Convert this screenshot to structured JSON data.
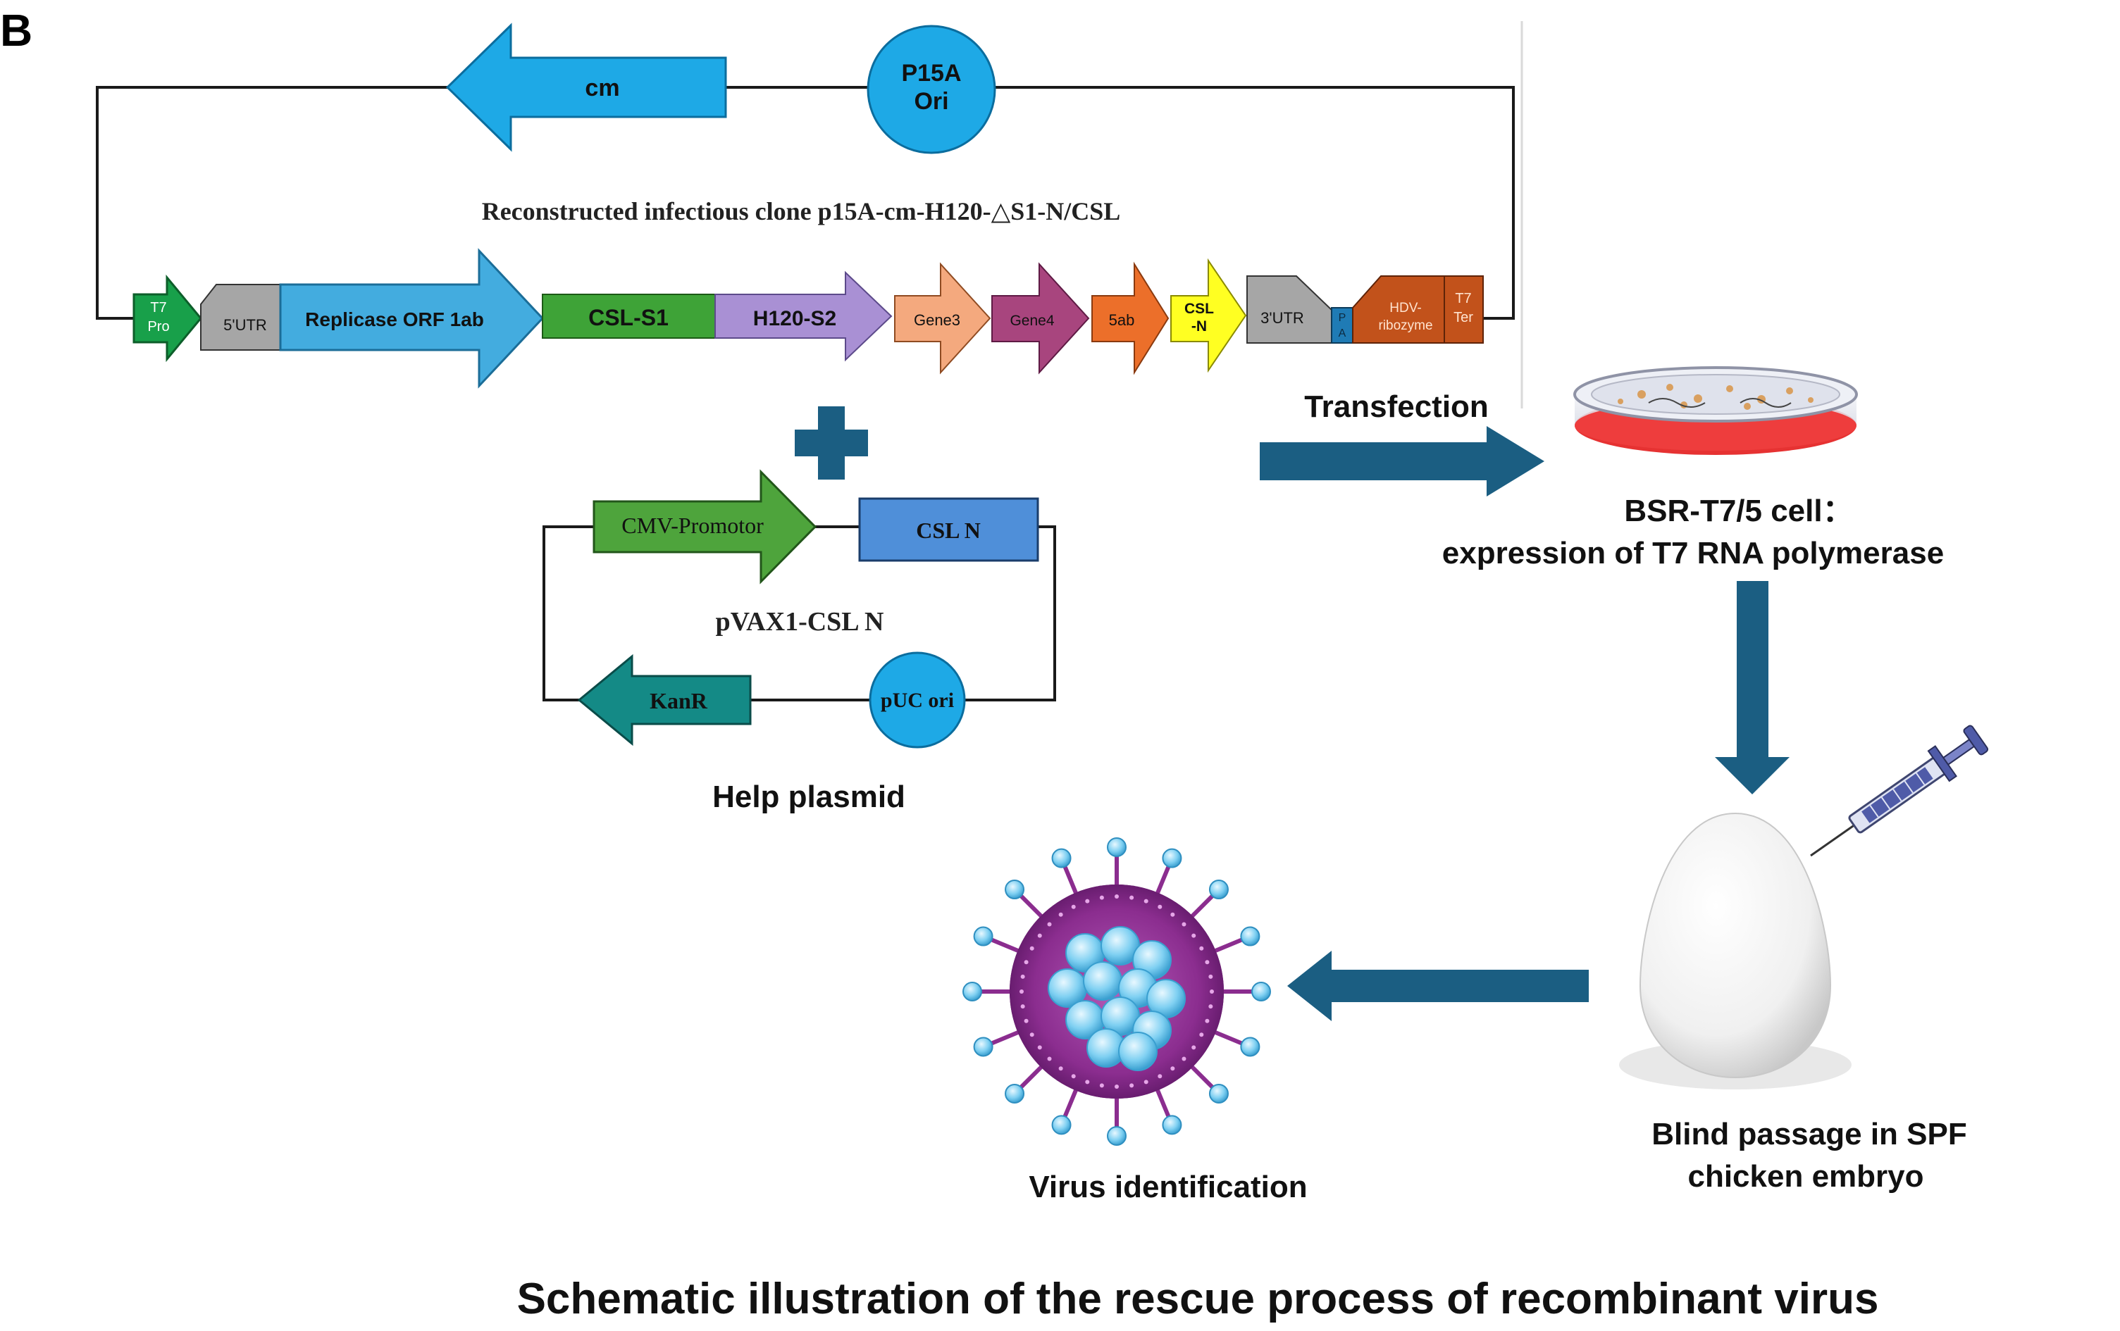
{
  "panel_label": "B",
  "main_plasmid": {
    "title": "Reconstructed infectious clone p15A-cm-H120-△S1-N/CSL",
    "cm_label": "cm",
    "ori_line1": "P15A",
    "ori_line2": "Ori",
    "genes": {
      "t7pro_1": "T7",
      "t7pro_2": "Pro",
      "utr5": "5'UTR",
      "replicase": "Replicase ORF 1ab",
      "csl_s1": "CSL-S1",
      "h120_s2": "H120-S2",
      "gene3": "Gene3",
      "gene4": "Gene4",
      "g5ab": "5ab",
      "csln_1": "CSL",
      "csln_2": "-N",
      "utr3": "3'UTR",
      "pa_1": "P",
      "pa_2": "A",
      "hdv_1": "HDV-",
      "hdv_2": "ribozyme",
      "t7ter_1": "T7",
      "t7ter_2": "Ter"
    }
  },
  "plus_sign": "+",
  "helper_plasmid": {
    "cmv": "CMV-Promotor",
    "csln": "CSL N",
    "name": "pVAX1-CSL N",
    "kanr": "KanR",
    "puc": "pUC ori",
    "caption": "Help plasmid"
  },
  "steps": {
    "transfection": "Transfection",
    "cell_line1": "BSR-T7/5 cell：",
    "cell_line2": "expression of T7 RNA  polymerase",
    "embryo_line1": "Blind passage in SPF",
    "embryo_line2": "chicken embryo",
    "virus": "Virus identification"
  },
  "caption": "Schematic illustration of the rescue process of recombinant virus",
  "colors": {
    "cm": "#1ea9e6",
    "t7pro": "#18a04a",
    "utr": "#a6a6a6",
    "replicase": "#43acdf",
    "csl_s1": "#3ea337",
    "h120_s2": "#a990d4",
    "gene3": "#f4a97e",
    "gene4": "#a8457e",
    "g5ab": "#ec6f2a",
    "csln": "#ffff22",
    "pa": "#1f7bb5",
    "hdv": "#c2521b",
    "flow_arrow": "#1b5e82",
    "kanr": "#148a86",
    "cmv": "#4ea43c",
    "csln_box": "#4f8fd9",
    "virus_body": "#8b2d8f"
  }
}
